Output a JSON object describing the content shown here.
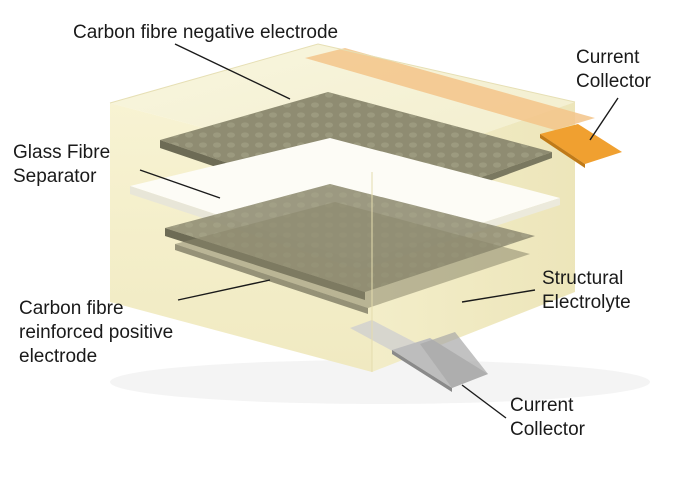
{
  "labels": {
    "negative_electrode": "Carbon fibre negative electrode",
    "current_collector_top": [
      "Current",
      "Collector"
    ],
    "separator": [
      "Glass Fibre",
      "Separator"
    ],
    "positive_electrode": [
      "Carbon fibre",
      "reinforced positive",
      "electrode"
    ],
    "electrolyte": [
      "Structural",
      "Electrolyte"
    ],
    "current_collector_bottom": [
      "Current",
      "Collector"
    ]
  },
  "colors": {
    "electrolyte_block": "#f5f0c8",
    "carbon_layer": "#8c8a6e",
    "separator": "#fbfaf2",
    "top_collector": "#f0a030",
    "bottom_collector": "#b8b8b8",
    "leader_line": "#1a1a1a"
  }
}
